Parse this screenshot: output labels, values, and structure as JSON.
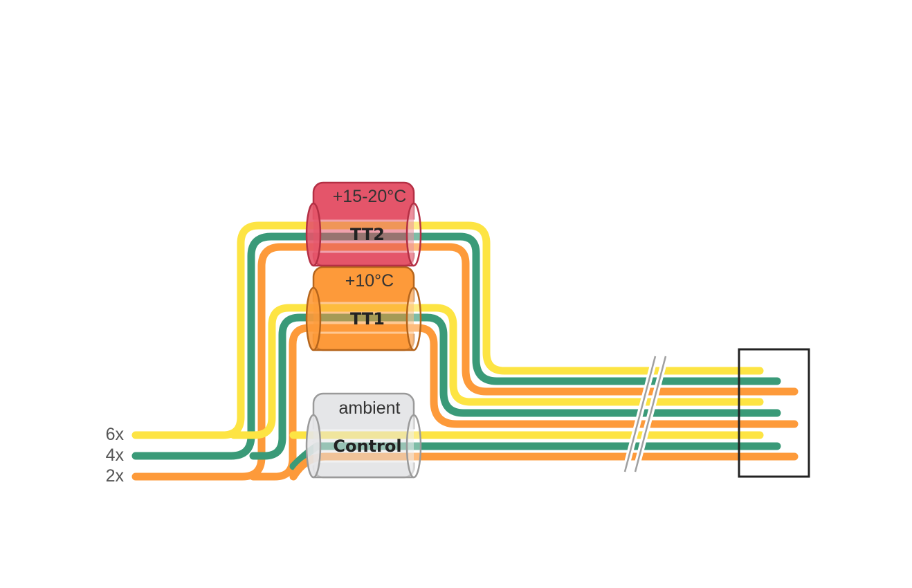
{
  "colors": {
    "yellow": "#fde443",
    "green": "#3a9a78",
    "orange": "#fd9a3a",
    "tt2_fill": "#e4556a",
    "tt2_stroke": "#b42f44",
    "tt1_fill": "#fd9a3a",
    "tt1_stroke": "#b5651c",
    "control_fill": "#e5e6e8",
    "control_stroke": "#9a9a9a",
    "box": "#222222"
  },
  "wire_counts": [
    {
      "label": "6x",
      "color": "yellow"
    },
    {
      "label": "4x",
      "color": "green"
    },
    {
      "label": "2x",
      "color": "orange"
    }
  ],
  "chambers": [
    {
      "id": "tt2",
      "temperature": "+15-20°C",
      "name": "TT2"
    },
    {
      "id": "tt1",
      "temperature": "+10°C",
      "name": "TT1"
    },
    {
      "id": "control",
      "temperature": "ambient",
      "name": "Control"
    }
  ]
}
